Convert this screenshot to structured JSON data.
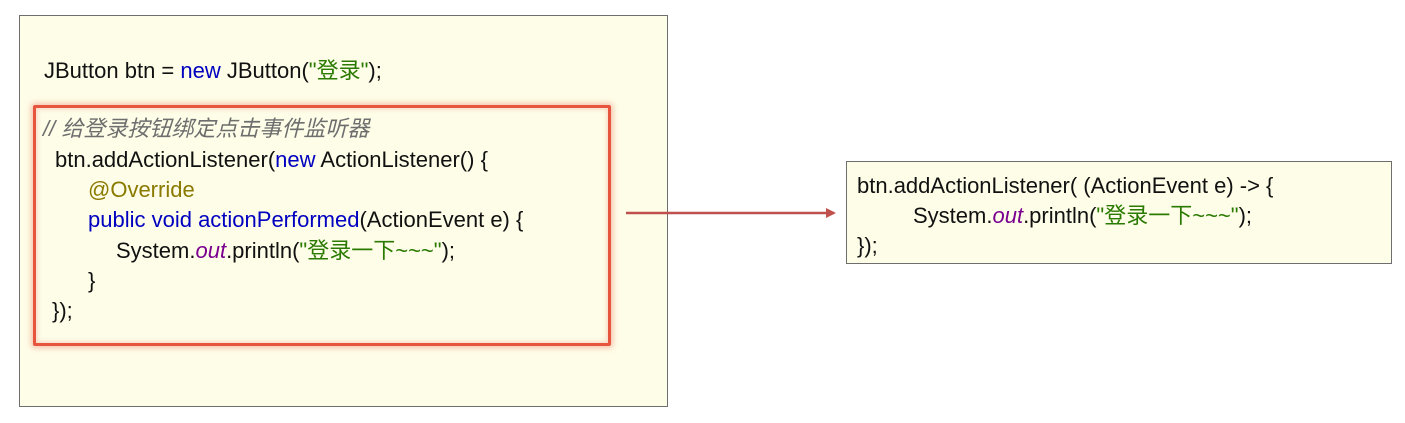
{
  "left": {
    "line1": {
      "p1": "JButton btn = ",
      "kw": "new",
      "p2": " JButton(",
      "str": "\"登录\"",
      "p3": ");"
    },
    "comment": "// 给登录按钮绑定点击事件监听器",
    "line2": {
      "p1": "btn.addActionListener(",
      "kw": "new",
      "p2": " ActionListener() {"
    },
    "annotation": "@Override",
    "line3": {
      "kw": "public void",
      "method": " actionPerformed",
      "p2": "(ActionEvent e) {"
    },
    "line4": {
      "p1": "System.",
      "field": "out",
      "p2": ".println(",
      "str": "\"登录一下~~~\"",
      "p3": ");"
    },
    "close_inner": "}",
    "close_outer": "});"
  },
  "right": {
    "line1": "btn.addActionListener( (ActionEvent e) -> {",
    "line2": {
      "p1": "System.",
      "field": "out",
      "p2": ".println(",
      "str": "\"登录一下~~~\"",
      "p3": ");"
    },
    "line3": "});"
  },
  "colors": {
    "keyword": "#0000c0",
    "string": "#2a7a00",
    "annotation": "#8a7a00",
    "field": "#7a0090",
    "comment": "#6e6e6e",
    "highlight": "#e8553f",
    "arrow": "#c0504d",
    "panel_bg": "#fefde8"
  }
}
